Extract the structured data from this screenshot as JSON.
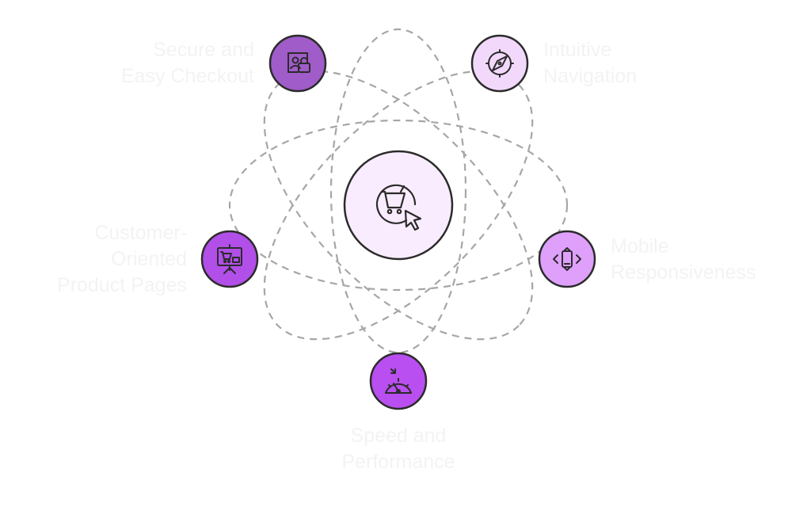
{
  "colors": {
    "orbit_stroke": "#a6a6a6",
    "node_stroke": "#2b2b2b",
    "center_fill": "#f9ecfe",
    "label_text": "#f3f3f5",
    "icon_stroke": "#2b2b2b"
  },
  "center": {
    "icon": "shopping-cart-cursor-icon"
  },
  "nodes": [
    {
      "id": "secure-checkout",
      "label": "Secure and\nEasy Checkout",
      "icon": "secure-payment-lock-icon",
      "fill": "#a05cc8"
    },
    {
      "id": "intuitive-navigation",
      "label": "Intuitive\nNavigation",
      "icon": "compass-icon",
      "fill": "#f2d9fc"
    },
    {
      "id": "mobile-responsiveness",
      "label": "Mobile\nResponsiveness",
      "icon": "responsive-arrows-icon",
      "fill": "#dfa0fc"
    },
    {
      "id": "speed-performance",
      "label": "Speed and\nPerformance",
      "icon": "speedometer-icon",
      "fill": "#b94ff0"
    },
    {
      "id": "product-pages",
      "label": "Customer-\nOriented\nProduct Pages",
      "icon": "product-display-board-icon",
      "fill": "#b24fe8"
    }
  ]
}
